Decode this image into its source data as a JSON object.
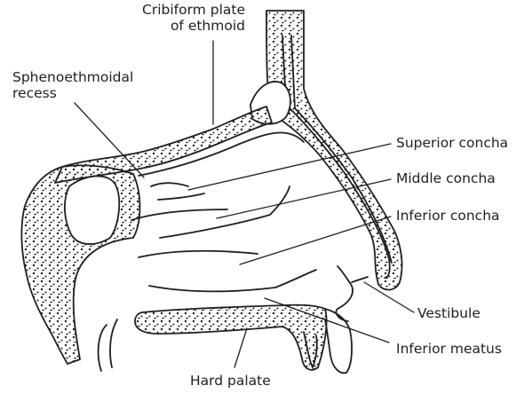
{
  "labels": {
    "cribriform_line1": "Cribiform plate",
    "cribriform_line2": "of ethmoid",
    "sphenoethmoidal_line1": "Sphenoethmoidal",
    "sphenoethmoidal_line2": "recess",
    "superior_concha": "Superior concha",
    "middle_concha": "Middle concha",
    "inferior_concha": "Inferior concha",
    "vestibule": "Vestibule",
    "inferior_meatus": "Inferior meatus",
    "hard_palate": "Hard palate"
  },
  "colors": {
    "ink": "#1f1f1f",
    "background": "#ffffff"
  }
}
